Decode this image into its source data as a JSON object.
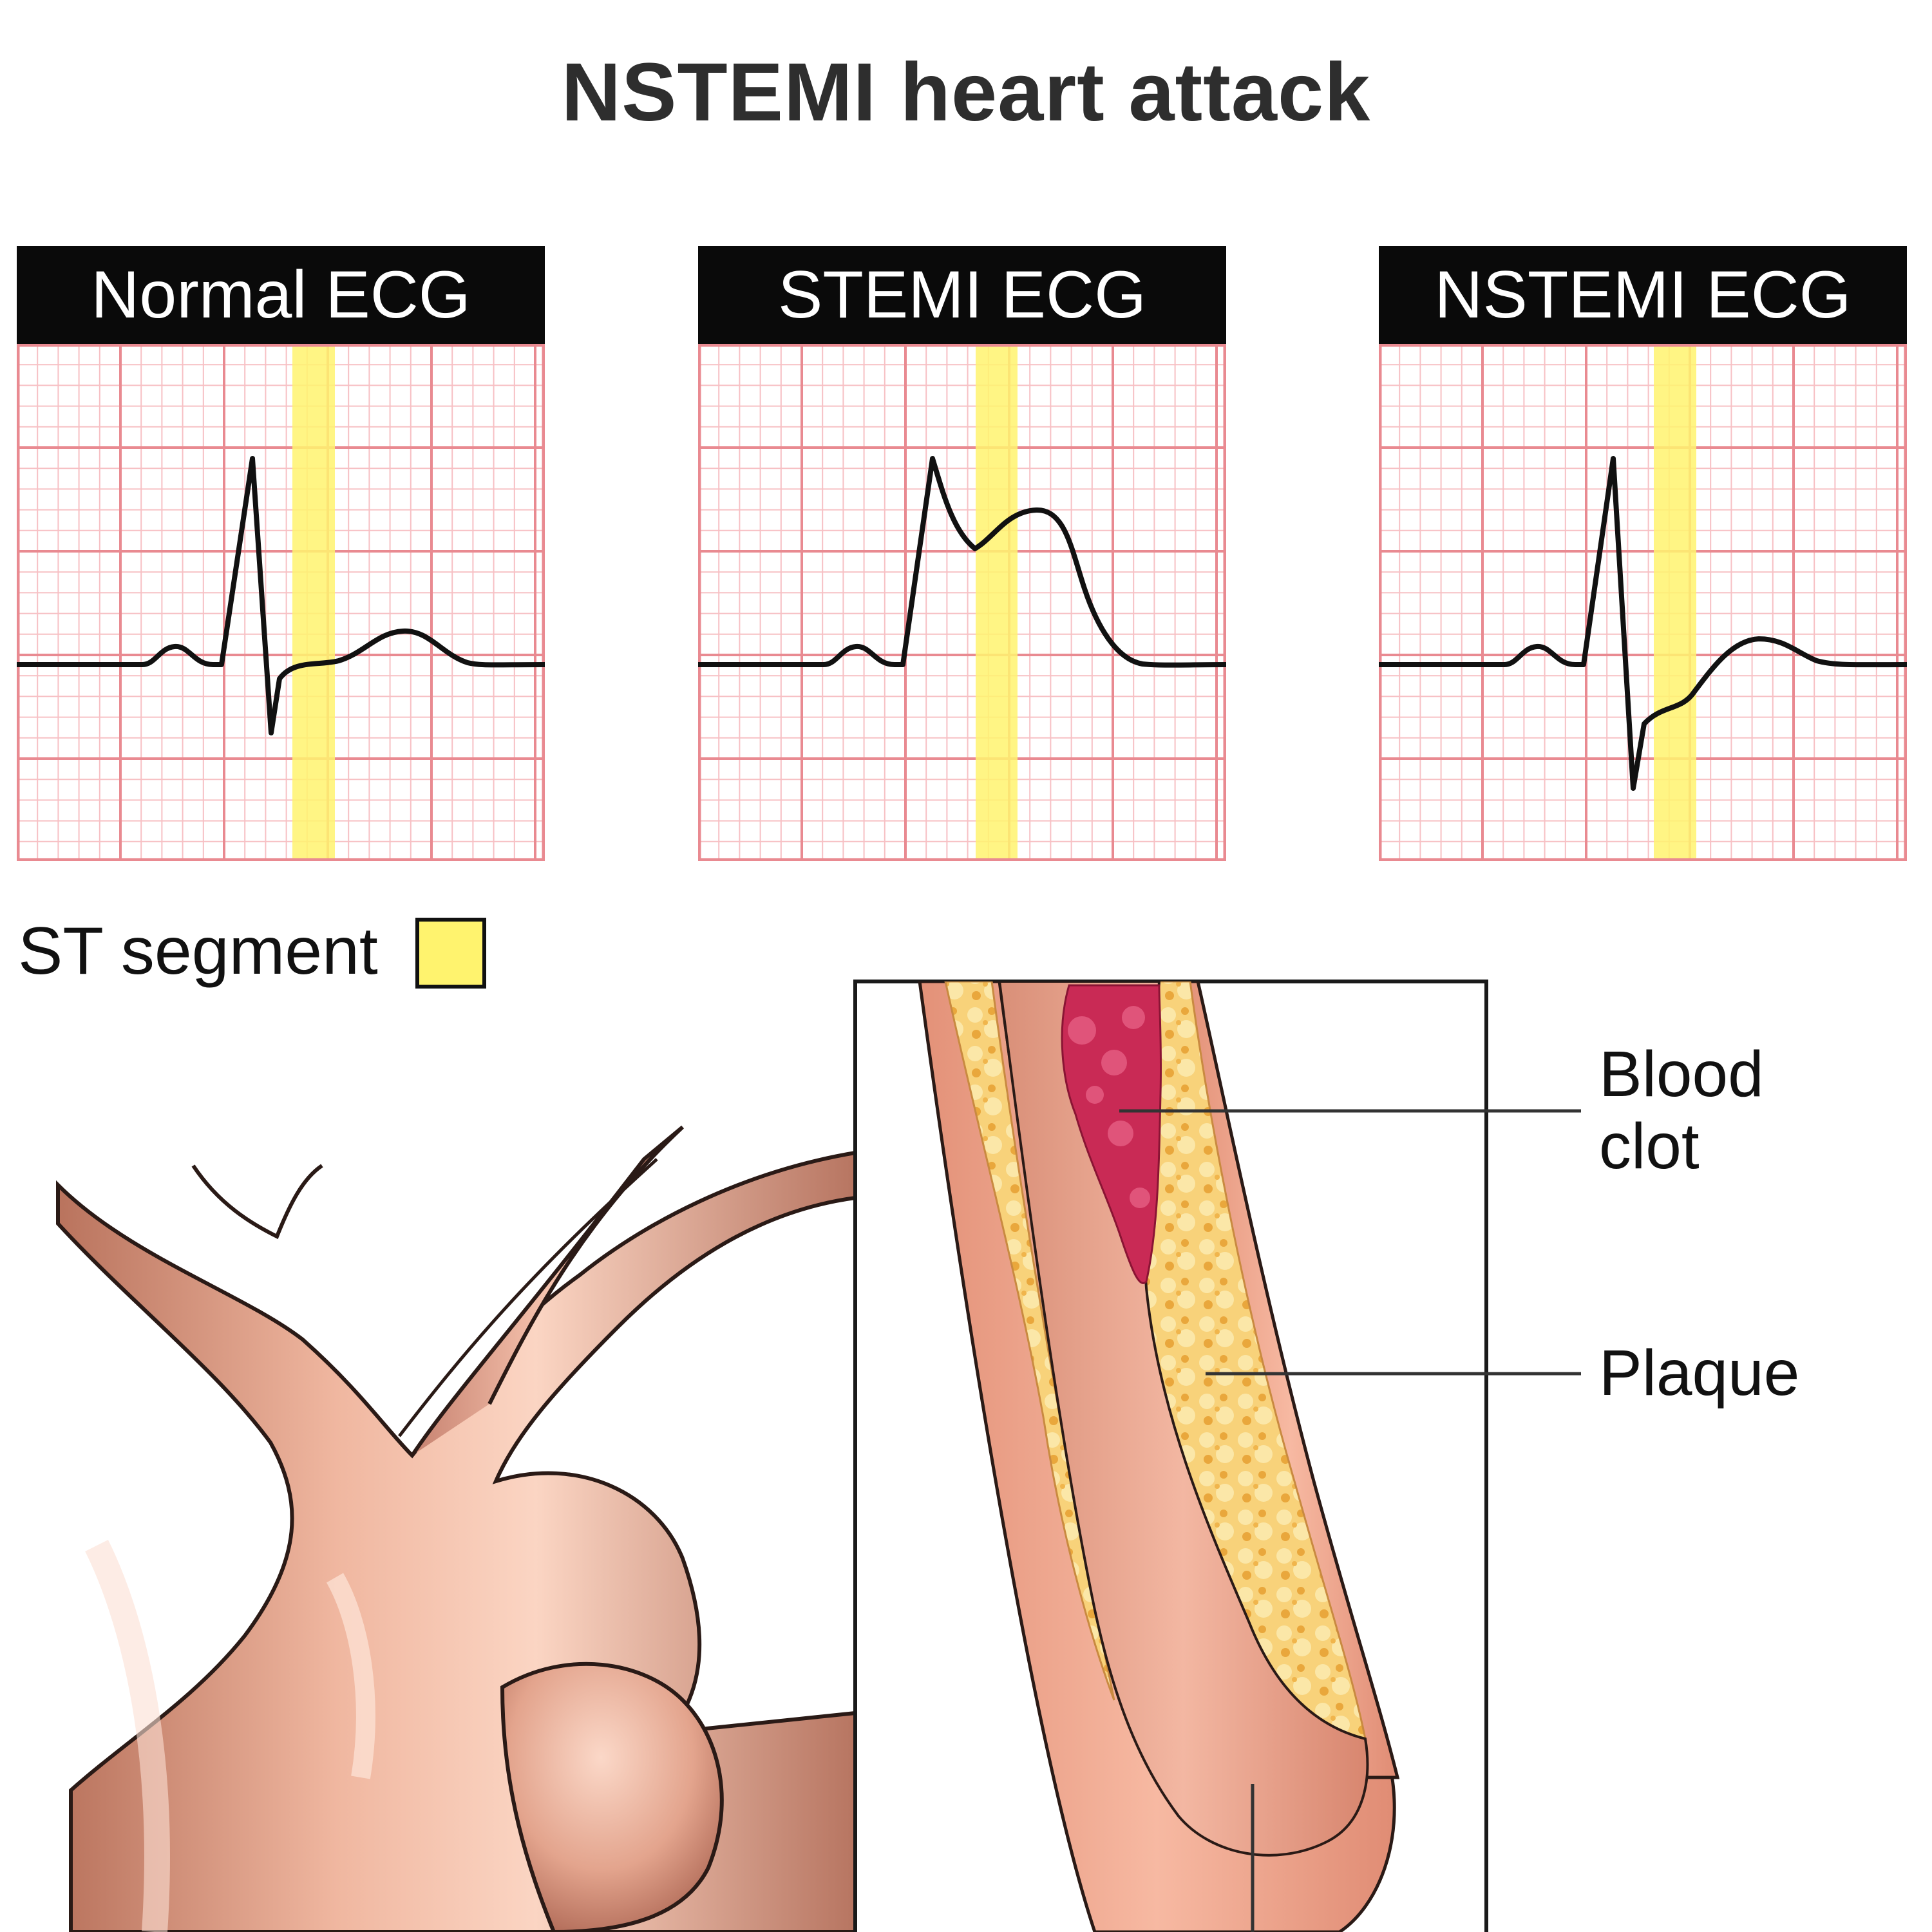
{
  "title": "NSTEMI heart attack",
  "panels": [
    {
      "label": "Normal ECG"
    },
    {
      "label": "STEMI ECG"
    },
    {
      "label": "NSTEMI ECG"
    }
  ],
  "legend": {
    "label": "ST segment",
    "color": "#fff36e"
  },
  "callouts": {
    "clot_line1": "Blood",
    "clot_line2": "clot",
    "plaque": "Plaque"
  },
  "colors": {
    "grid_minor": "#f7c0c4",
    "grid_major": "#e98a91",
    "ecg_trace": "#111111",
    "artery_tissue": "#e7a58a",
    "plaque": "#f6d375",
    "clot": "#c92a55"
  }
}
